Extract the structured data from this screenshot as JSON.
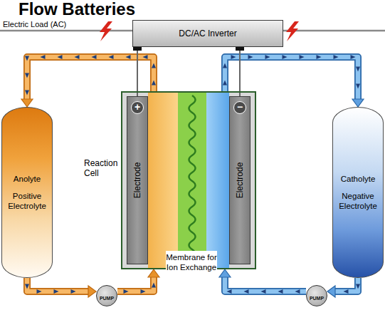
{
  "diagram": {
    "title": "Flow Batteries",
    "nodes": [
      {
        "text": [
          "DC/AC Inverter"
        ]
      },
      {
        "text": [
          "Anolyte",
          "Positive Electrolyte"
        ]
      },
      {
        "text": [
          "Reaction Cell"
        ]
      },
      {
        "text": [
          "+",
          "Electrode"
        ],
        "in": 2
      },
      {
        "text": [
          "−",
          "Electrode"
        ],
        "in": 2
      },
      {
        "text": [
          "Catholyte",
          "Negative Electrolyte"
        ]
      },
      {
        "text": [
          "PUMP"
        ]
      },
      {
        "text": [
          "PUMP"
        ]
      }
    ],
    "edges": [
      {
        "from": 2,
        "to": 1,
        "arrow": "to"
      },
      {
        "from": 1,
        "to": 6,
        "arrow": "to"
      },
      {
        "from": 6,
        "to": 2,
        "arrow": "to"
      },
      {
        "from": 2,
        "to": 5,
        "arrow": "to"
      },
      {
        "from": 5,
        "to": 7,
        "arrow": "to"
      },
      {
        "from": 7,
        "to": 2,
        "arrow": "to"
      },
      {
        "from": 3,
        "to": 0,
        "arrow": "none"
      },
      {
        "from": 4,
        "to": 0,
        "arrow": "none"
      }
    ],
    "labels": [
      "Electric Load (AC)",
      "Membrane for Ion Exchange"
    ]
  }
}
